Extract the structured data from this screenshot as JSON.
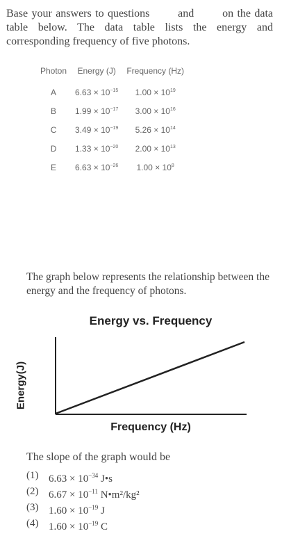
{
  "intro": {
    "part1": "Base your answers to questions",
    "part2": "and",
    "part3": "on the data table below. The data table lists the energy and corresponding frequency of five photons."
  },
  "table": {
    "headers": [
      "Photon",
      "Energy (J)",
      "Frequency (Hz)"
    ],
    "rows": [
      {
        "photon": "A",
        "energy_mant": "6.63 × 10",
        "energy_exp": "−15",
        "freq_mant": "1.00 × 10",
        "freq_exp": "19"
      },
      {
        "photon": "B",
        "energy_mant": "1.99 × 10",
        "energy_exp": "−17",
        "freq_mant": "3.00 × 10",
        "freq_exp": "16"
      },
      {
        "photon": "C",
        "energy_mant": "3.49 × 10",
        "energy_exp": "−19",
        "freq_mant": "5.26 × 10",
        "freq_exp": "14"
      },
      {
        "photon": "D",
        "energy_mant": "1.33 × 10",
        "energy_exp": "−20",
        "freq_mant": "2.00 × 10",
        "freq_exp": "13"
      },
      {
        "photon": "E",
        "energy_mant": "6.63 × 10",
        "energy_exp": "−26",
        "freq_mant": "1.00 × 10",
        "freq_exp": "8"
      }
    ]
  },
  "graph_intro": "The graph below represents the relationship between the energy and the frequency of photons.",
  "chart_data": {
    "type": "line",
    "title": "Energy vs. Frequency",
    "xlabel": "Frequency (Hz)",
    "ylabel": "Energy(J)",
    "series": [
      {
        "x": [
          0,
          1
        ],
        "y": [
          0,
          1
        ]
      }
    ],
    "grid": false
  },
  "question": "The slope of the graph would be",
  "choices": [
    {
      "num": "(1)",
      "mant": "6.63 × 10",
      "exp": "−34",
      "unit": "J•s"
    },
    {
      "num": "(2)",
      "mant": "6.67 × 10",
      "exp": "−11",
      "unit": "N•m²/kg²"
    },
    {
      "num": "(3)",
      "mant": "1.60 × 10",
      "exp": "−19",
      "unit": "J"
    },
    {
      "num": "(4)",
      "mant": "1.60 × 10",
      "exp": "−19",
      "unit": "C"
    }
  ]
}
